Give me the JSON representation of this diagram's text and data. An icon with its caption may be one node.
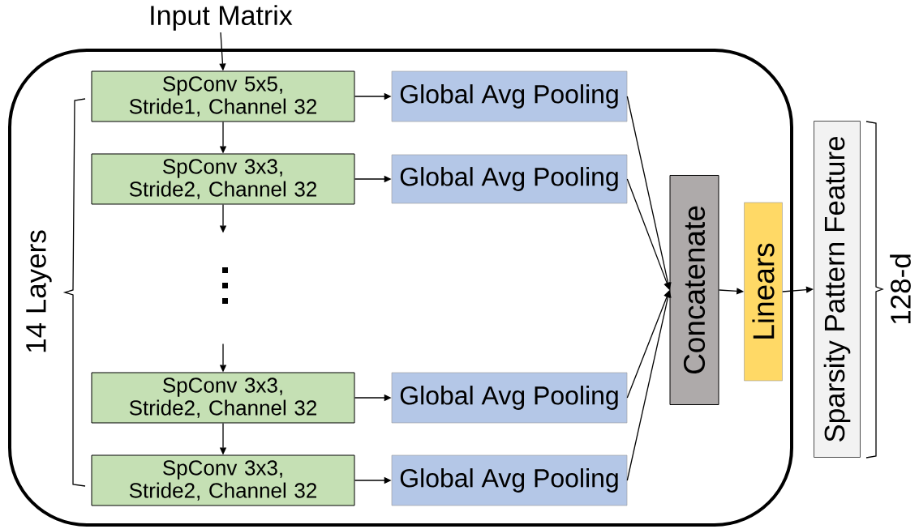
{
  "diagram": {
    "nodes": [
      {
        "text": [
          "Input Matrix"
        ]
      },
      {
        "text": [],
        "shape": "box"
      },
      {
        "text": [
          "SpConv 5x5, Stride1, Channel 32"
        ],
        "in": 1
      },
      {
        "text": [
          "Global Avg Pooling"
        ],
        "in": 1
      },
      {
        "text": [
          "SpConv 3x3, Stride2, Channel 32"
        ],
        "in": 1
      },
      {
        "text": [
          "Global Avg Pooling"
        ],
        "in": 1
      },
      {
        "text": [
          "SpConv 3x3, Stride2, Channel 32"
        ],
        "in": 1
      },
      {
        "text": [
          "Global Avg Pooling"
        ],
        "in": 1
      },
      {
        "text": [
          "SpConv 3x3, Stride2, Channel 32"
        ],
        "in": 1
      },
      {
        "text": [
          "Global Avg Pooling"
        ],
        "in": 1
      },
      {
        "text": [
          "Concatenate"
        ],
        "in": 1
      },
      {
        "text": [
          "Linears"
        ],
        "in": 1
      },
      {
        "text": [
          "Sparsity Pattern Feature"
        ]
      }
    ],
    "edges": [
      {
        "from": 0,
        "to": 2,
        "arrow": "to"
      },
      {
        "from": 2,
        "to": 3,
        "arrow": "to"
      },
      {
        "from": 2,
        "to": 4,
        "arrow": "to"
      },
      {
        "from": 4,
        "to": 5,
        "arrow": "to"
      },
      {
        "from": 4,
        "to": null,
        "arrow": "to"
      },
      {
        "from": null,
        "to": 6,
        "arrow": "to"
      },
      {
        "from": 6,
        "to": 7,
        "arrow": "to"
      },
      {
        "from": 6,
        "to": 8,
        "arrow": "to"
      },
      {
        "from": 8,
        "to": 9,
        "arrow": "to"
      },
      {
        "from": 3,
        "to": 10,
        "arrow": "to"
      },
      {
        "from": 5,
        "to": 10,
        "arrow": "to"
      },
      {
        "from": 7,
        "to": 10,
        "arrow": "to"
      },
      {
        "from": 9,
        "to": 10,
        "arrow": "to"
      },
      {
        "from": 10,
        "to": 11,
        "arrow": "to"
      },
      {
        "from": 11,
        "to": 12,
        "arrow": "to"
      }
    ],
    "labels": [
      "14 Layers",
      "128-d"
    ]
  }
}
